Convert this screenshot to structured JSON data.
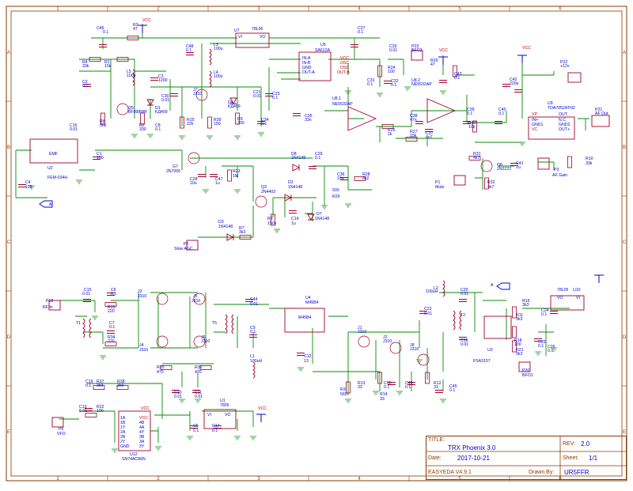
{
  "colors": {
    "wire": "#0a8a0a",
    "part": "#a0002a",
    "label": "#0000d0",
    "frame": "#8b3a00",
    "pin": "#c00000",
    "bg": "#ffffff"
  },
  "frame": {
    "cols": [
      "1",
      "2",
      "3",
      "4",
      "5",
      "6"
    ],
    "rows": [
      "A",
      "B",
      "C",
      "D",
      "E"
    ]
  },
  "labels": [
    {
      "t": "VCC"
    },
    {
      "t": "C46"
    },
    {
      "t": "0.1"
    },
    {
      "t": "R3"
    },
    {
      "t": "47"
    },
    {
      "t": "U7"
    },
    {
      "t": "78L06"
    },
    {
      "t": "C27"
    },
    {
      "t": "0.1"
    },
    {
      "t": "U5"
    },
    {
      "t": "SA612A"
    },
    {
      "t": "IN-A"
    },
    {
      "t": "IN-B"
    },
    {
      "t": "GND"
    },
    {
      "t": "OUT-A"
    },
    {
      "t": "VCC"
    },
    {
      "t": "OSC"
    },
    {
      "t": "OSC"
    },
    {
      "t": "OUT-B"
    },
    {
      "t": "C48"
    },
    {
      "t": "0.1"
    },
    {
      "t": "L3"
    },
    {
      "t": "100u"
    },
    {
      "t": "L4"
    },
    {
      "t": "100u"
    },
    {
      "t": "R4"
    },
    {
      "t": "33k"
    },
    {
      "t": "R1"
    },
    {
      "t": "15k"
    },
    {
      "t": "L5"
    },
    {
      "t": "100u"
    },
    {
      "t": "C3"
    },
    {
      "t": "1200"
    },
    {
      "t": "C2"
    },
    {
      "t": "0.1"
    },
    {
      "t": "Q5"
    },
    {
      "t": "BF998WR"
    },
    {
      "t": "D1"
    },
    {
      "t": "KД409"
    },
    {
      "t": "C30"
    },
    {
      "t": "0.01"
    },
    {
      "t": "J7"
    },
    {
      "t": "J310"
    },
    {
      "t": "C21"
    },
    {
      "t": "0.01"
    },
    {
      "t": "D4"
    },
    {
      "t": "KД409"
    },
    {
      "t": "C23"
    },
    {
      "t": "0.1"
    },
    {
      "t": "C16"
    },
    {
      "t": "0.01"
    },
    {
      "t": "R8"
    },
    {
      "t": "56k"
    },
    {
      "t": "R2"
    },
    {
      "t": "330"
    },
    {
      "t": "C8"
    },
    {
      "t": "0.1"
    },
    {
      "t": "R15"
    },
    {
      "t": "22k"
    },
    {
      "t": "R39"
    },
    {
      "t": "150"
    },
    {
      "t": "R9"
    },
    {
      "t": "330"
    },
    {
      "t": "C34"
    },
    {
      "t": "0.1"
    },
    {
      "t": "C33"
    },
    {
      "t": "0.01"
    },
    {
      "t": "P23"
    },
    {
      "t": "BFO2"
    },
    {
      "t": "R24"
    },
    {
      "t": "100"
    },
    {
      "t": "C31"
    },
    {
      "t": "0.1"
    },
    {
      "t": "C32"
    },
    {
      "t": "0.1"
    },
    {
      "t": "VCC"
    },
    {
      "t": "R20"
    },
    {
      "t": "47"
    },
    {
      "t": "C43"
    },
    {
      "t": "0.1"
    },
    {
      "t": "U8.2"
    },
    {
      "t": "NE5532AP"
    },
    {
      "t": "VCC"
    },
    {
      "t": "P22"
    },
    {
      "t": "+12v"
    },
    {
      "t": "C42"
    },
    {
      "t": "220u"
    },
    {
      "t": "U9"
    },
    {
      "t": "TDA7052ATN2"
    },
    {
      "t": "P21"
    },
    {
      "t": "AF Out"
    },
    {
      "t": "U8.1"
    },
    {
      "t": "NE5532AP"
    },
    {
      "t": "C35"
    },
    {
      "t": "33n"
    },
    {
      "t": "R26"
    },
    {
      "t": "1k"
    },
    {
      "t": "C38"
    },
    {
      "t": "47n"
    },
    {
      "t": "R27"
    },
    {
      "t": "15k"
    },
    {
      "t": "C37"
    },
    {
      "t": "4n7"
    },
    {
      "t": "C39"
    },
    {
      "t": "0.1"
    },
    {
      "t": "R30"
    },
    {
      "t": "10k"
    },
    {
      "t": "C40"
    },
    {
      "t": "0.1"
    },
    {
      "t": "VP"
    },
    {
      "t": "IN+"
    },
    {
      "t": "GND1"
    },
    {
      "t": "VC"
    },
    {
      "t": "OUT"
    },
    {
      "t": "N.C"
    },
    {
      "t": "GND2"
    },
    {
      "t": "OUT+"
    },
    {
      "t": "EMF"
    },
    {
      "t": "U2"
    },
    {
      "t": "FEM-034H"
    },
    {
      "t": "C1"
    },
    {
      "t": "100"
    },
    {
      "t": "C4"
    },
    {
      "t": "125"
    },
    {
      "t": "G7"
    },
    {
      "t": "2N7000"
    },
    {
      "t": "D8"
    },
    {
      "t": "1N4148"
    },
    {
      "t": "C29"
    },
    {
      "t": "0.1"
    },
    {
      "t": "R31"
    },
    {
      "t": "4k7"
    },
    {
      "t": "Q8"
    },
    {
      "t": "2N2222"
    },
    {
      "t": "C41"
    },
    {
      "t": "1u"
    },
    {
      "t": "R10"
    },
    {
      "t": "33k"
    },
    {
      "t": "C28"
    },
    {
      "t": "10u"
    },
    {
      "t": "C47"
    },
    {
      "t": "1u"
    },
    {
      "t": "R23"
    },
    {
      "t": "1M"
    },
    {
      "t": "Q3"
    },
    {
      "t": "2N4403"
    },
    {
      "t": "D2"
    },
    {
      "t": "1N4148"
    },
    {
      "t": "C36"
    },
    {
      "t": "10u"
    },
    {
      "t": "R28"
    },
    {
      "t": "8k2"
    },
    {
      "t": "500"
    },
    {
      "t": "R29"
    },
    {
      "t": "P1"
    },
    {
      "t": "Mute"
    },
    {
      "t": "R32"
    },
    {
      "t": "4k7"
    },
    {
      "t": "P3"
    },
    {
      "t": "AF Gain"
    },
    {
      "t": "R6"
    },
    {
      "t": "150k"
    },
    {
      "t": "C14"
    },
    {
      "t": "1u"
    },
    {
      "t": "D7"
    },
    {
      "t": "1N4148"
    },
    {
      "t": "D3"
    },
    {
      "t": "1N4148"
    },
    {
      "t": "R7"
    },
    {
      "t": "3k3"
    },
    {
      "t": "P2"
    },
    {
      "t": "Slow AGC"
    },
    {
      "t": "C15"
    },
    {
      "t": "0.01"
    },
    {
      "t": "C6"
    },
    {
      "t": "0.1"
    },
    {
      "t": "J3"
    },
    {
      "t": "J310"
    },
    {
      "t": "J5"
    },
    {
      "t": "J310"
    },
    {
      "t": "C44"
    },
    {
      "t": "0.01"
    },
    {
      "t": "U4"
    },
    {
      "t": "M45B4"
    },
    {
      "t": "L2"
    },
    {
      "t": "100uH"
    },
    {
      "t": "C20"
    },
    {
      "t": "0.01"
    },
    {
      "t": "78L05"
    },
    {
      "t": "U10"
    },
    {
      "t": "P18"
    },
    {
      "t": "RF In"
    },
    {
      "t": "R33"
    },
    {
      "t": "220"
    },
    {
      "t": "C7"
    },
    {
      "t": "0.1"
    },
    {
      "t": "T1"
    },
    {
      "t": "T5"
    },
    {
      "t": "C9"
    },
    {
      "t": "0.1"
    },
    {
      "t": "M45B4"
    },
    {
      "t": "C22"
    },
    {
      "t": "0.01"
    },
    {
      "t": "T2"
    },
    {
      "t": "R16"
    },
    {
      "t": "3k3"
    },
    {
      "t": "C24"
    },
    {
      "t": "0.1"
    },
    {
      "t": "R34"
    },
    {
      "t": "220"
    },
    {
      "t": "J4"
    },
    {
      "t": "J310"
    },
    {
      "t": "J6"
    },
    {
      "t": "J310"
    },
    {
      "t": "J1"
    },
    {
      "t": "J310"
    },
    {
      "t": "J2"
    },
    {
      "t": "J310"
    },
    {
      "t": "C18"
    },
    {
      "t": "0.01"
    },
    {
      "t": "R11"
    },
    {
      "t": "3k3"
    },
    {
      "t": "R18"
    },
    {
      "t": "100"
    },
    {
      "t": "R21"
    },
    {
      "t": "3k3"
    },
    {
      "t": "C25"
    },
    {
      "t": "0.1"
    },
    {
      "t": "C26"
    },
    {
      "t": "0.1"
    },
    {
      "t": "U3"
    },
    {
      "t": "FSA3157"
    },
    {
      "t": "C12"
    },
    {
      "t": "13"
    },
    {
      "t": "J8"
    },
    {
      "t": "J310"
    },
    {
      "t": "R25"
    },
    {
      "t": "470"
    },
    {
      "t": "R36"
    },
    {
      "t": "470"
    },
    {
      "t": "L1"
    },
    {
      "t": "100uH"
    },
    {
      "t": "P20"
    },
    {
      "t": "BFO1"
    },
    {
      "t": "C19"
    },
    {
      "t": "0.1"
    },
    {
      "t": "R37"
    },
    {
      "t": "3k9"
    },
    {
      "t": "R38"
    },
    {
      "t": "3k9"
    },
    {
      "t": "C10"
    },
    {
      "t": "0.01"
    },
    {
      "t": "C11"
    },
    {
      "t": "0.01"
    },
    {
      "t": "R3"
    },
    {
      "t": "560"
    },
    {
      "t": "R13"
    },
    {
      "t": "33"
    },
    {
      "t": "C50"
    },
    {
      "t": "0.1"
    },
    {
      "t": "R14"
    },
    {
      "t": "33"
    },
    {
      "t": "C49"
    },
    {
      "t": "0.1"
    },
    {
      "t": "R12"
    },
    {
      "t": "33"
    },
    {
      "t": "C45"
    },
    {
      "t": "0.1"
    },
    {
      "t": "C13"
    },
    {
      "t": "0.01"
    },
    {
      "t": "R22"
    },
    {
      "t": "100"
    },
    {
      "t": "VCC"
    },
    {
      "t": "U1"
    },
    {
      "t": "7805"
    },
    {
      "t": "VCC"
    },
    {
      "t": "1A"
    },
    {
      "t": "1B"
    },
    {
      "t": "1Y"
    },
    {
      "t": "2A"
    },
    {
      "t": "2B"
    },
    {
      "t": "2Y"
    },
    {
      "t": "GND"
    },
    {
      "t": "VCC"
    },
    {
      "t": "4B"
    },
    {
      "t": "4A"
    },
    {
      "t": "4Y"
    },
    {
      "t": "3B"
    },
    {
      "t": "3A"
    },
    {
      "t": "3Y"
    },
    {
      "t": "C17"
    },
    {
      "t": "0.1"
    },
    {
      "t": "C5"
    },
    {
      "t": "0.1"
    },
    {
      "t": "P6"
    },
    {
      "t": "VFO"
    },
    {
      "t": "U12"
    },
    {
      "t": "SN74AC86N"
    },
    {
      "t": "A"
    },
    {
      "t": "A"
    },
    {
      "t": "VI"
    },
    {
      "t": "VO"
    },
    {
      "t": "VO"
    },
    {
      "t": "VI"
    },
    {
      "t": "VI"
    },
    {
      "t": "VO"
    }
  ],
  "title_block": {
    "title_label": "TITLE:",
    "title": "TRX Phoenix 3.0",
    "rev_label": "REV:",
    "rev": "2.0",
    "date_label": "Date:",
    "date": "2017-10-21",
    "sheet_label": "Sheet:",
    "sheet": "1/1",
    "tool": "EASYEDA V4.9.1",
    "drawn_label": "Drawn By:",
    "drawn": "UR5FFR"
  }
}
